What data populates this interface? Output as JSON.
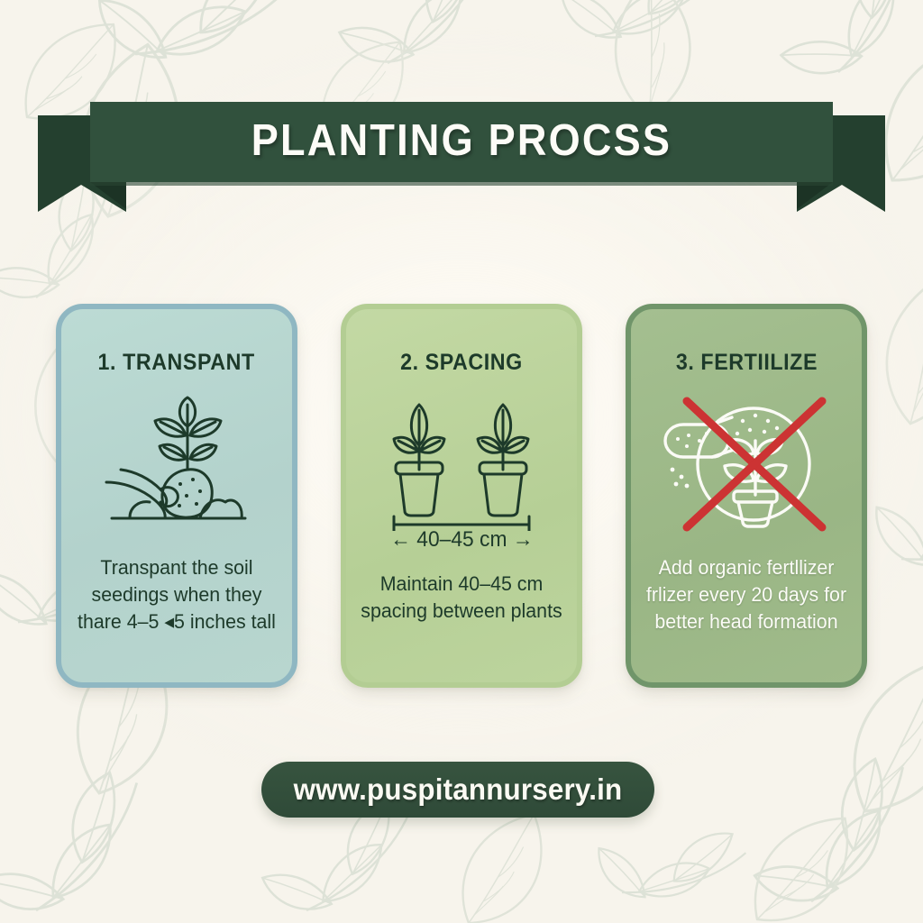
{
  "poster": {
    "banner_title": "PLANTING PROCSS",
    "background_color": "#f7f4ec",
    "banner_color": "#31513d",
    "banner_fold_color": "#24402f",
    "title_color": "#fdfcf7"
  },
  "cards": [
    {
      "title": "1. TRANSPANT",
      "caption": "Transpant the soil seedings when they thare 4–5 ◂5 inches tall",
      "icon": "hand-planting-seedling-icon",
      "fill_color": "#b5d4cc",
      "border_color": "#8fb7c2",
      "text_color": "#1d3a2a"
    },
    {
      "title": "2. SPACING",
      "caption": "Maintain 40–45 cm spacing between plants",
      "icon": "two-potted-plants-spacing-icon",
      "dimension_label": "← 40–45 cm →",
      "fill_color": "#b9d49a",
      "border_color": "#b3cd93",
      "text_color": "#1d3a2a"
    },
    {
      "title": "3. FERTIILIZE",
      "caption": "Add organic fertllizer frlizer every 20 days for better head formation",
      "icon": "fertilizing-plant-crossed-out-icon",
      "cross_color": "#cc3333",
      "fill_color": "#9cb98a",
      "border_color": "#70956a",
      "text_color": "#fbfbf6"
    }
  ],
  "footer": {
    "website": "www.puspitannursery.in",
    "pill_color": "#31513d",
    "text_color": "#fbfaf3"
  }
}
